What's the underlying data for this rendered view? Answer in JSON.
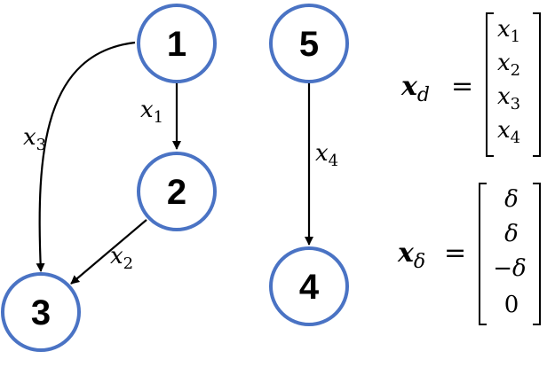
{
  "diagram": {
    "nodes": [
      {
        "id": "1",
        "label": "1"
      },
      {
        "id": "2",
        "label": "2"
      },
      {
        "id": "3",
        "label": "3"
      },
      {
        "id": "5",
        "label": "5"
      },
      {
        "id": "4",
        "label": "4"
      }
    ],
    "edges": [
      {
        "from": "1",
        "to": "2",
        "var": "x",
        "sub": "1"
      },
      {
        "from": "2",
        "to": "3",
        "var": "x",
        "sub": "2"
      },
      {
        "from": "1",
        "to": "3",
        "var": "x",
        "sub": "3"
      },
      {
        "from": "5",
        "to": "4",
        "var": "x",
        "sub": "4"
      }
    ],
    "colors": {
      "node_stroke": "#4a73c4",
      "edge": "#000000"
    }
  },
  "equations": {
    "xd": {
      "lhs_var": "x",
      "lhs_sub": "d",
      "equals": "=",
      "entries": [
        {
          "var": "x",
          "sub": "1"
        },
        {
          "var": "x",
          "sub": "2"
        },
        {
          "var": "x",
          "sub": "3"
        },
        {
          "var": "x",
          "sub": "4"
        }
      ]
    },
    "xdelta": {
      "lhs_var": "x",
      "lhs_sub": "δ",
      "equals": "=",
      "entries": [
        "δ",
        "δ",
        "−δ",
        "0"
      ]
    }
  }
}
